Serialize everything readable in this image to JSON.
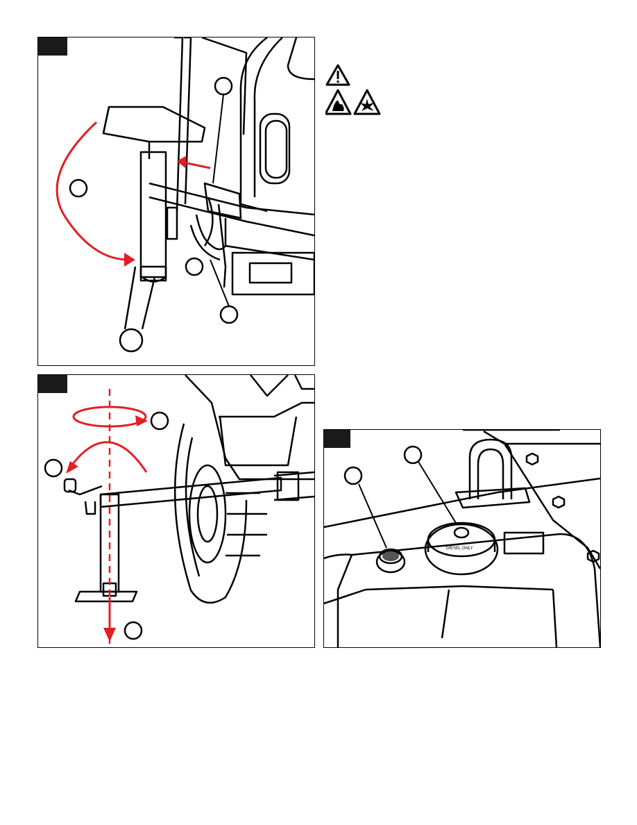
{
  "figures": [
    {
      "name": "figure-top-left",
      "description_icons": [
        "tongue-jack-icon"
      ]
    },
    {
      "name": "figure-bottom-left"
    },
    {
      "name": "figure-bottom-right",
      "labels": {
        "fuel_cap_text": "DIESEL ONLY"
      }
    }
  ],
  "warnings": {
    "icons": [
      "caution-triangle-icon",
      "fire-hazard-icon",
      "explosion-hazard-icon"
    ]
  },
  "colors": {
    "arrow": "#e31e24",
    "line": "#000000",
    "tag": "#1a1a1a"
  }
}
